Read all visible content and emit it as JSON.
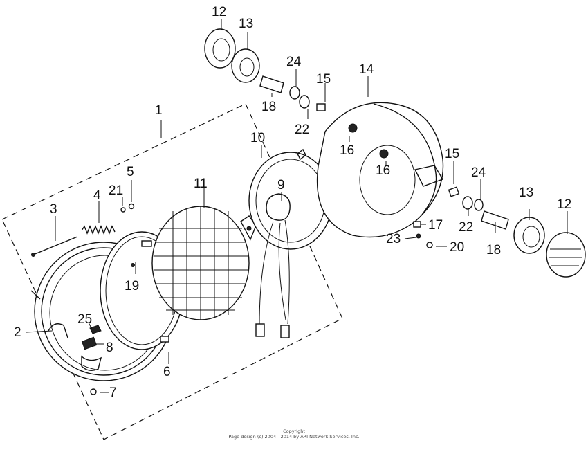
{
  "callouts": {
    "c1": "1",
    "c2": "2",
    "c3": "3",
    "c4": "4",
    "c5": "5",
    "c6": "6",
    "c7": "7",
    "c8": "8",
    "c9": "9",
    "c10": "10",
    "c11": "11",
    "c12a": "12",
    "c12b": "12",
    "c13a": "13",
    "c13b": "13",
    "c14": "14",
    "c15a": "15",
    "c15b": "15",
    "c16a": "16",
    "c16b": "16",
    "c17": "17",
    "c18a": "18",
    "c18b": "18",
    "c19": "19",
    "c20": "20",
    "c21": "21",
    "c22a": "22",
    "c22b": "22",
    "c23": "23",
    "c24a": "24",
    "c24b": "24",
    "c25": "25"
  },
  "footer": {
    "line1": "Copyright",
    "line2": "Page design (c) 2004 - 2014 by ARI Network Services, Inc."
  }
}
